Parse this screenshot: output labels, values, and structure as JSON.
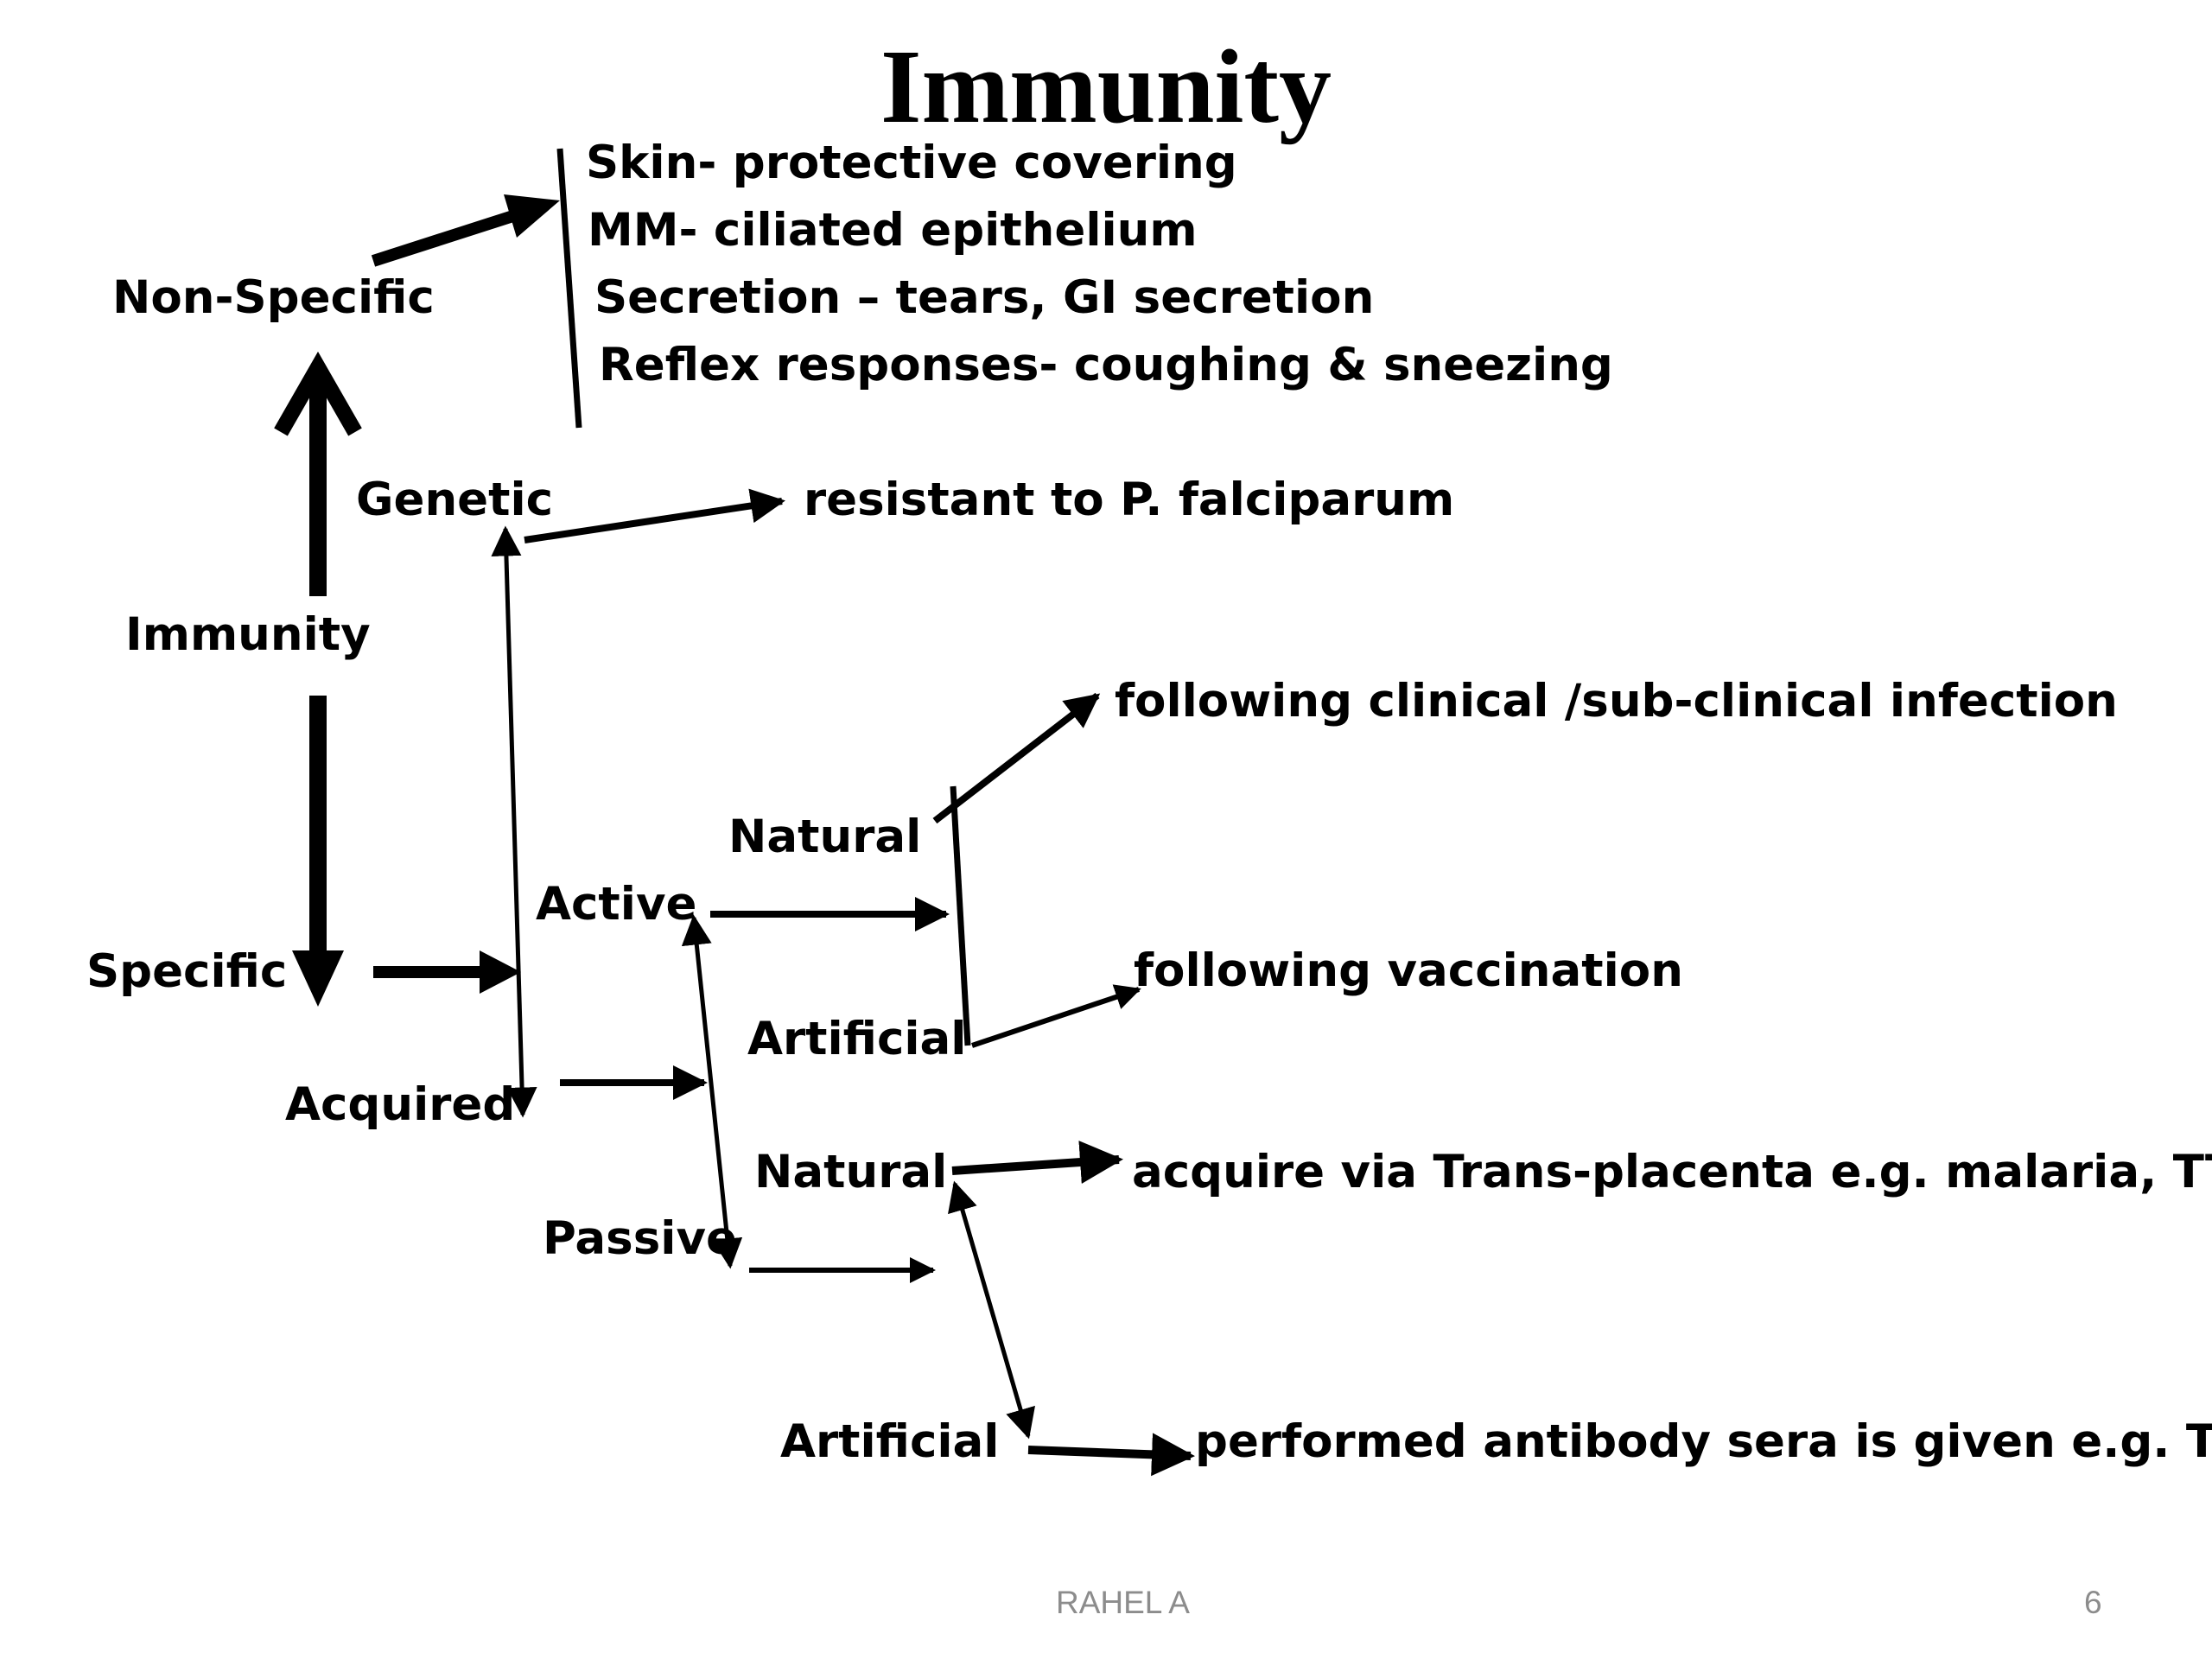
{
  "title": "Immunity",
  "nodes": {
    "immunity": "Immunity",
    "non_specific": "Non-Specific",
    "specific": "Specific",
    "genetic": "Genetic",
    "acquired": "Acquired",
    "active": "Active",
    "passive": "Passive",
    "active_natural": "Natural",
    "active_artificial": "Artificial",
    "passive_natural": "Natural",
    "passive_artificial": "Artificial"
  },
  "non_specific_items": [
    "Skin- protective covering",
    "MM- ciliated epithelium",
    "Secretion – tears, GI secretion",
    "Reflex responses- coughing & sneezing"
  ],
  "outcomes": {
    "genetic": "resistant to P. falciparum",
    "active_natural": "following clinical /sub-clinical infection",
    "active_artificial": "following vaccination",
    "passive_natural": "acquire via Trans-placenta  e.g. malaria, TT",
    "passive_artificial": "performed antibody sera is given e.g. TAT"
  },
  "footer": {
    "author": "RAHEL A",
    "page_number": "6"
  }
}
